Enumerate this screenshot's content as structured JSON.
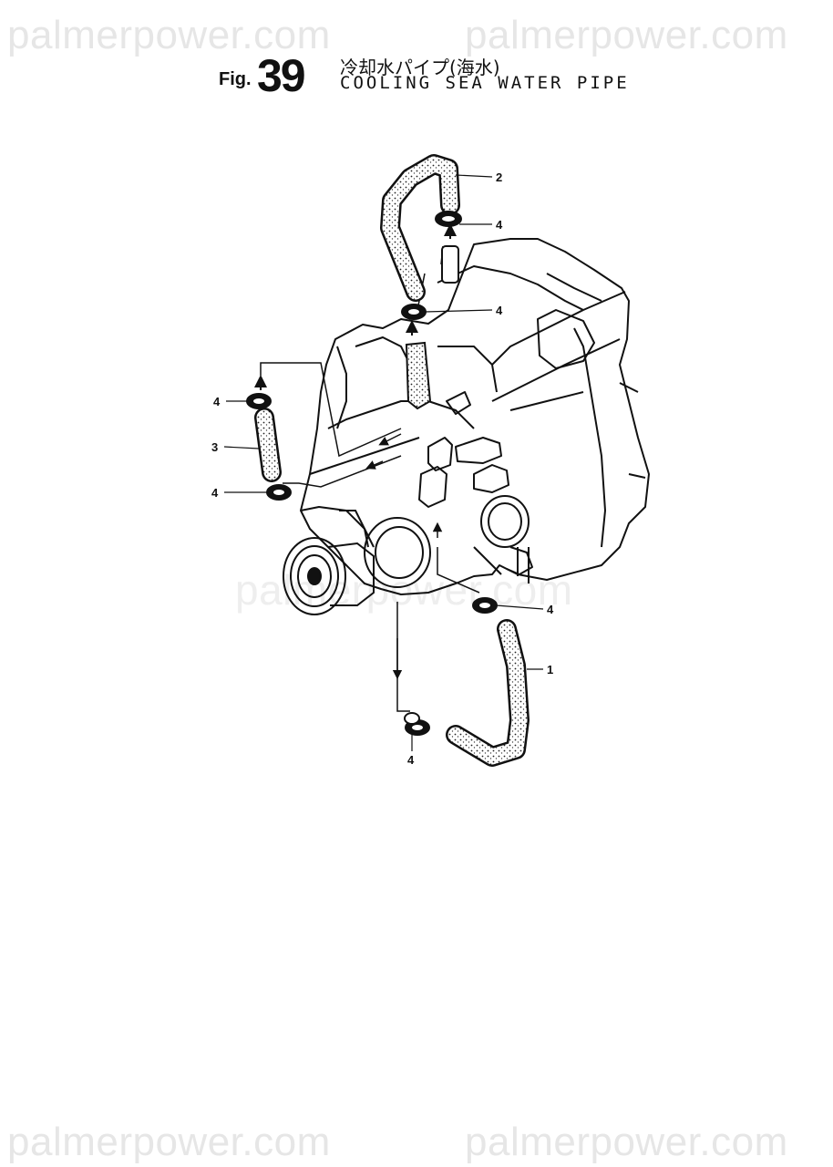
{
  "watermarks": {
    "top_left": "palmerpower.com",
    "top_right": "palmerpower.com",
    "middle": "palmerpower.com",
    "bottom_left": "palmerpower.com",
    "bottom_right": "palmerpower.com"
  },
  "header": {
    "fig_label": "Fig.",
    "fig_number": "39",
    "title_japanese": "冷却水パイプ(海水)",
    "title_english": "COOLING SEA WATER PIPE"
  },
  "callouts": {
    "part_1": "1",
    "part_2": "2",
    "part_3": "3",
    "clamp_top": "4",
    "clamp_upper": "4",
    "clamp_left_top": "4",
    "clamp_left_bottom": "4",
    "clamp_lower_right": "4",
    "clamp_bottom": "4"
  }
}
